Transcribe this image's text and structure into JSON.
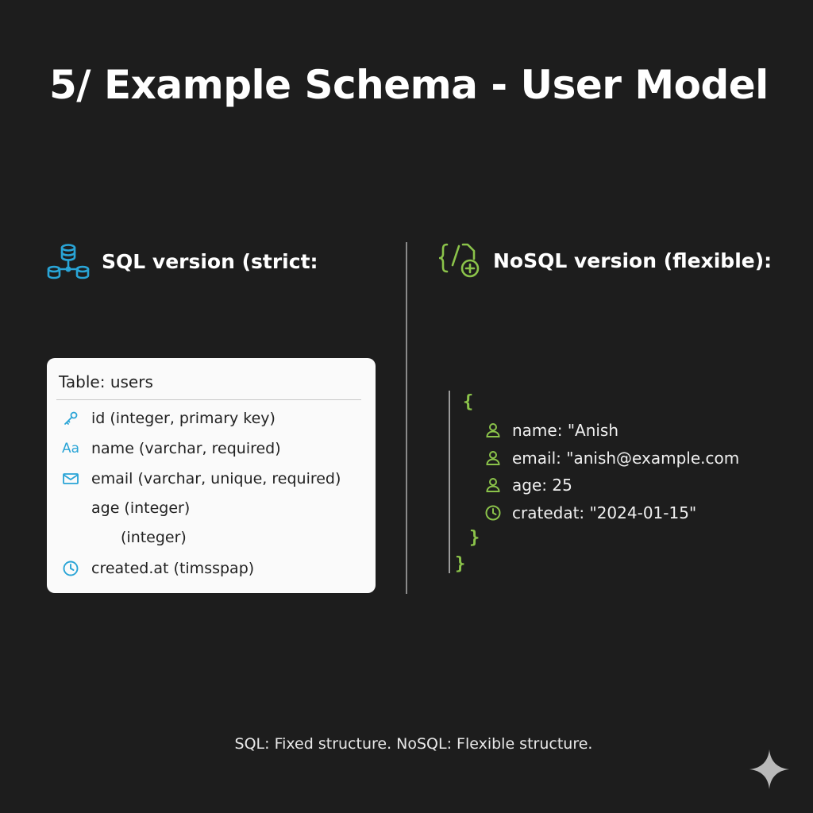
{
  "title": "5/ Example Schema - User Model",
  "sql": {
    "heading": "SQL version (strict:",
    "table_title": "Table: users",
    "fields": [
      {
        "icon": "key-icon",
        "text": "id (integer, primary key)"
      },
      {
        "icon": "text-aa-icon",
        "glyph": "Aa",
        "text": "name (varchar, required)"
      },
      {
        "icon": "envelope-icon",
        "text": "email (varchar, unique, required)"
      },
      {
        "icon": "",
        "text": "age (integer)"
      },
      {
        "icon": "",
        "text": "(integer)"
      },
      {
        "icon": "clock-icon",
        "text": "created.at (timsspap)"
      }
    ]
  },
  "nosql": {
    "heading": "NoSQL version (flexible):",
    "open_brace": "{",
    "close_brace_inner": "}",
    "close_brace_outer": "}",
    "fields": [
      {
        "icon": "user-icon",
        "text": "name: \"Anish"
      },
      {
        "icon": "user-icon",
        "text": "email: \"anish@example.com"
      },
      {
        "icon": "user-icon",
        "text": "age: 25"
      },
      {
        "icon": "clock-icon",
        "text": "cratedat: \"2024-01-15\""
      }
    ]
  },
  "footer": "SQL: Fixed structure. NoSQL: Flexible structure.",
  "colors": {
    "background": "#1d1d1d",
    "sql_accent": "#29a4d6",
    "nosql_accent": "#8bc34a"
  }
}
